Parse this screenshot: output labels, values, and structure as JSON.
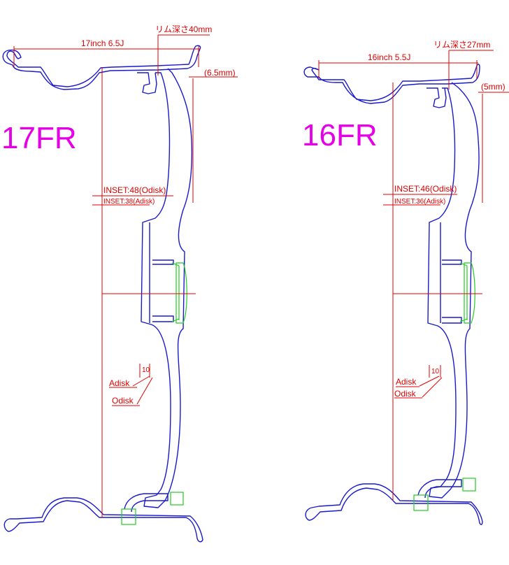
{
  "panels": [
    {
      "title": "17FR",
      "size_label": "17inch 6.5J",
      "rim_depth_label": "リム深さ40mm",
      "offset_label": "(6.5mm)",
      "inset_o_label": "INSET:48(Odisk)",
      "inset_a_label": "INSET:38(Adisk)",
      "gap_label": "10",
      "adisk_label": "Adisk",
      "odisk_label": "Odisk"
    },
    {
      "title": "16FR",
      "size_label": "16inch 5.5J",
      "rim_depth_label": "リム深さ27mm",
      "offset_label": "(5mm)",
      "inset_o_label": "INSET:46(Odisk)",
      "inset_a_label": "INSET:36(Adisk)",
      "gap_label": "10",
      "adisk_label": "Adisk",
      "odisk_label": "Odisk"
    }
  ],
  "colors": {
    "profile": "#1a1acc",
    "dimension": "#e00000",
    "title": "#e600e6",
    "center_cap": "#22cc22"
  }
}
